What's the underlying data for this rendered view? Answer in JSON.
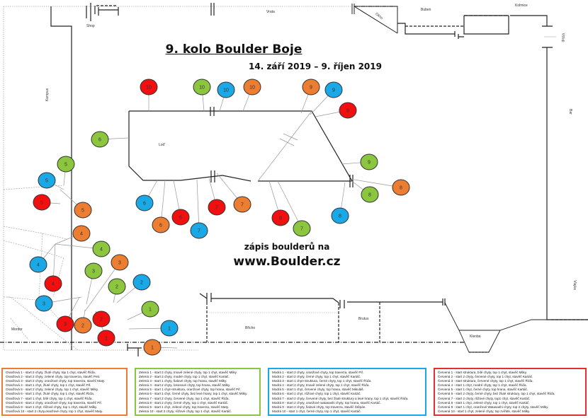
{
  "header": {
    "title": "9. kolo Boulder Boje",
    "dates": "14. září 2019 – 9. říjen 2019"
  },
  "footer_note": {
    "line1": "zápis boulderů na",
    "line2": "www.Boulder.cz"
  },
  "areas": {
    "shop": "Shop",
    "vrata": "Vrata",
    "okno": "Okno",
    "buben": "Buben",
    "kolmice": "Kolmice",
    "vstup": "Vstup",
    "bar": "Bar",
    "kampus": "Kampus",
    "lod": "Loď",
    "bricho": "Břicho",
    "brutus": "Brutus",
    "klenba": "Klenba",
    "mordor": "Mordor",
    "vlajka": "Vlajka"
  },
  "colors": {
    "orange": "#ED7D31",
    "green": "#8CC63F",
    "blue": "#1AA9E6",
    "red": "#F20F0F"
  },
  "holds": {
    "orange": [
      "1",
      "2",
      "3",
      "4",
      "5",
      "6",
      "7",
      "8",
      "9",
      "10"
    ],
    "green": [
      "1",
      "2",
      "3",
      "4",
      "5",
      "6",
      "7",
      "8",
      "9",
      "10"
    ],
    "blue": [
      "1",
      "2",
      "3",
      "4",
      "5",
      "6",
      "7",
      "8",
      "9",
      "10"
    ],
    "red": [
      "1",
      "2",
      "3",
      "4",
      "5",
      "6",
      "7",
      "8",
      "9",
      "10"
    ]
  },
  "legend": {
    "orange": [
      "Oranžová 1 -  start 2 chyty, žluté chyty, top 1 chyt, stavěč Říďa.",
      "Oranžová 2 -  start 2 chyty, zelené chyty, top traverza, stavěč Petr.",
      "Oranžová 3 -  start 2 chyty, oranžové chyty, top traverza, stavěč Maty.",
      "Oranžová 4 -  start 1 chyt, žluté chyty, top 1 chyt, stavěč Pif.",
      "Oranžová 5 -  start 2 chyty, zelené chyty, top 1 chyt, stavěč Milky.",
      "Oranžová 6 -  start 1 chyt, žluté chyty, top 1 chyt, stavěč Říďa.",
      "Oranžová 7 -  start 1 chyt, bílé chyty, top 1 chyt, stavěč Říďa.",
      "Oranžová 8 -  start 2 chyty, oranžové chyty, top traverza, stavěč Pif.",
      "Oranžová 9 -  start 1 chyt, růžové chyty, top 1 chyt, stavěč Milky.",
      "Oranžová 10 -  start 2 chyty,oranžové chyty, top 1 chyt, stavěč Maty."
    ],
    "green": [
      "Zelená 1 -  start 2 chyty, tmavě zelené chyty, top 1 chyt, stavěč Milky.",
      "Zelená 2 -  start 2 chyty, modré chyty, top 1 chyt, stavěč Kartáč.",
      "Zelená 3 -  start 1 chyty, fialové chyty, top hrana, stavěč Milky.",
      "Zelená 4 -  start 2 chyty, lososové chyty, top hrana, stavěč Milky.",
      "Zelená 5 -  start 1 chyt+struktura, oranžové chyty, top hrana, stavěč Pif.",
      "Zelená 6 -  start 1 chyt, černé chyty, bez levé hrany, top 1 chyt, stavěč Milky.",
      "Zelená 7 -  start 2 chyty, červené chyty, top 1 chyt, stavěč Říďa.",
      "Zelená 8 -  start 2 chyty, černé chyty, top 1 chyt, stavěč Kartáč.",
      "Zelená 9 -  start 1 chyt, zelené chyty, top traverza, stavěč Maty.",
      "Zelená 10 -  start 2 chyty, růžové chyty, top 1 chyt, stavěč Kartáč."
    ],
    "blue": [
      "Modrá 1 -  start 2 chyty, oranžové chyty, top traverza, stavěč Pif.",
      "Modrá 2 -  start 2 chyty, černé chyty, top 1 chyt, stavěč Kartáč.",
      "Modrá 3 -  start 1 chyt+struktura, černé chyty, top 1 chyt, stavěč Říďa.",
      "Modrá 4 -  start 2 chyty, tmavě zelené chyty, top 1 chyt, stavěč Říďa.",
      "Modrá 5 -  start 1 chyt, červené chyty, top hrana, stavěč Mikuláš.",
      "Modrá 6 -  start 1 chyt, růžové chyty, top 1 chyt, stavěč Kartáč.",
      "Modrá 7 -  start 2 chyty, červené chyty, bez žluté struktury a levé hrany, top 1 chyt, stavěč Říďa.",
      "Modrá 8 -  start 2 chyty, oranžové watasashi chyty, top hrana, stavěč Kartáč.",
      "Modrá 9 -  start 2 chyty, fialové chyty, top traverza, stavěč Štěpán.",
      "Modrá 10 -  start 1 chyt, černé chyty, top 1 chyt, stavěč Kartáč."
    ],
    "red": [
      "Červená 1 -  start struktura, bílé chyty, top 1 chyt, stavěč Milky.",
      "Červená 2 -  start 2 chyty, červené chyty, top 1 chyt, stavěč Kartáč.",
      "Červená 3 -  start struktura, červené chyty, top 1 chyt, stavěč Říďa.",
      "Červená 4 -  start 1 chyt, modré chyty, top 1 chyt, stavěč Říďa.",
      "Červená 5 -  start 1 chyt, černé chyty, top hrana, stavěč Kartáč.",
      "Červená 6 -  start 2 chyty, černé chyty, bez žluté struktury, top 1 chyt, stavěč Říďa.",
      "Červená 7 -  start 2 chyty, růžové chyty, top1 chyt, stavěč Kartáč.",
      "Červená 8 -  start 1 chyt, zelené chyty, top 1 chyt, stavěč Kartáč.",
      "Červená 9 -  start 1 chyt, oranžové Watasashi chyty, top 2 chyty, stavěč Milky.",
      "Červená 10 -  start 1 chyt, zelené chyty, top zvířátk, stavěč Milky."
    ]
  }
}
